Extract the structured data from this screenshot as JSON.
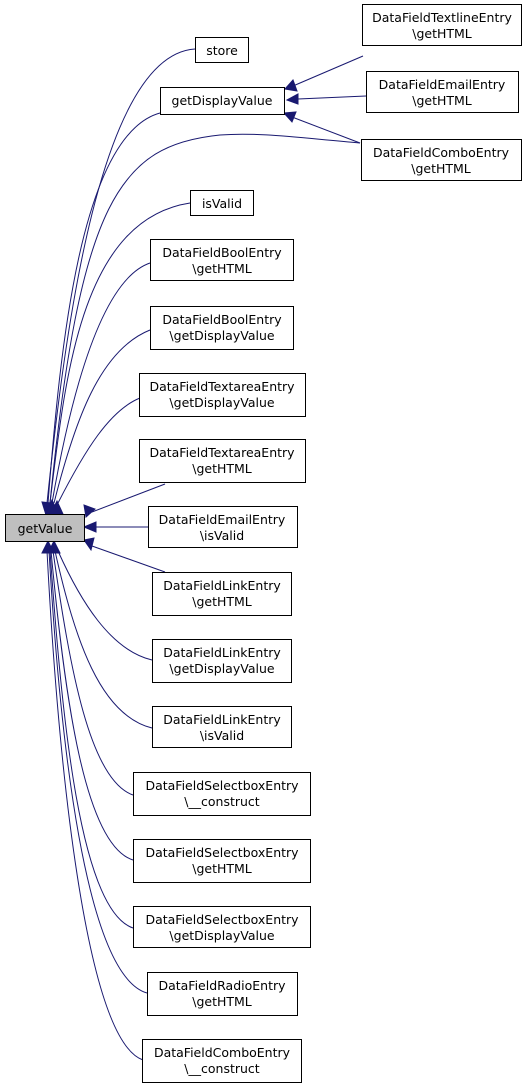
{
  "nodes": {
    "getValue": [
      "getValue"
    ],
    "store": [
      "store"
    ],
    "getDisplayValue": [
      "getDisplayValue"
    ],
    "textline_getHTML": [
      "DataFieldTextlineEntry",
      "\\getHTML"
    ],
    "email_getHTML": [
      "DataFieldEmailEntry",
      "\\getHTML"
    ],
    "combo_getHTML": [
      "DataFieldComboEntry",
      "\\getHTML"
    ],
    "isValid": [
      "isValid"
    ],
    "bool_getHTML": [
      "DataFieldBoolEntry",
      "\\getHTML"
    ],
    "bool_getDisplayValue": [
      "DataFieldBoolEntry",
      "\\getDisplayValue"
    ],
    "textarea_getDisplayValue": [
      "DataFieldTextareaEntry",
      "\\getDisplayValue"
    ],
    "textarea_getHTML": [
      "DataFieldTextareaEntry",
      "\\getHTML"
    ],
    "email_isValid": [
      "DataFieldEmailEntry",
      "\\isValid"
    ],
    "link_getHTML": [
      "DataFieldLinkEntry",
      "\\getHTML"
    ],
    "link_getDisplayValue": [
      "DataFieldLinkEntry",
      "\\getDisplayValue"
    ],
    "link_isValid": [
      "DataFieldLinkEntry",
      "\\isValid"
    ],
    "selectbox_construct": [
      "DataFieldSelectboxEntry",
      "\\__construct"
    ],
    "selectbox_getHTML": [
      "DataFieldSelectboxEntry",
      "\\getHTML"
    ],
    "selectbox_getDisplayValue": [
      "DataFieldSelectboxEntry",
      "\\getDisplayValue"
    ],
    "radio_getHTML": [
      "DataFieldRadioEntry",
      "\\getHTML"
    ],
    "combo_construct": [
      "DataFieldComboEntry",
      "\\__construct"
    ]
  },
  "edges": [
    {
      "from": "store",
      "to": "getValue"
    },
    {
      "from": "getDisplayValue",
      "to": "getValue"
    },
    {
      "from": "combo_getHTML",
      "to": "getValue"
    },
    {
      "from": "isValid",
      "to": "getValue"
    },
    {
      "from": "bool_getHTML",
      "to": "getValue"
    },
    {
      "from": "bool_getDisplayValue",
      "to": "getValue"
    },
    {
      "from": "textarea_getDisplayValue",
      "to": "getValue"
    },
    {
      "from": "textarea_getHTML",
      "to": "getValue"
    },
    {
      "from": "email_isValid",
      "to": "getValue"
    },
    {
      "from": "link_getHTML",
      "to": "getValue"
    },
    {
      "from": "link_getDisplayValue",
      "to": "getValue"
    },
    {
      "from": "link_isValid",
      "to": "getValue"
    },
    {
      "from": "selectbox_construct",
      "to": "getValue"
    },
    {
      "from": "selectbox_getHTML",
      "to": "getValue"
    },
    {
      "from": "selectbox_getDisplayValue",
      "to": "getValue"
    },
    {
      "from": "radio_getHTML",
      "to": "getValue"
    },
    {
      "from": "combo_construct",
      "to": "getValue"
    },
    {
      "from": "textline_getHTML",
      "to": "getDisplayValue"
    },
    {
      "from": "email_getHTML",
      "to": "getDisplayValue"
    },
    {
      "from": "combo_getHTML",
      "to": "getDisplayValue"
    }
  ]
}
